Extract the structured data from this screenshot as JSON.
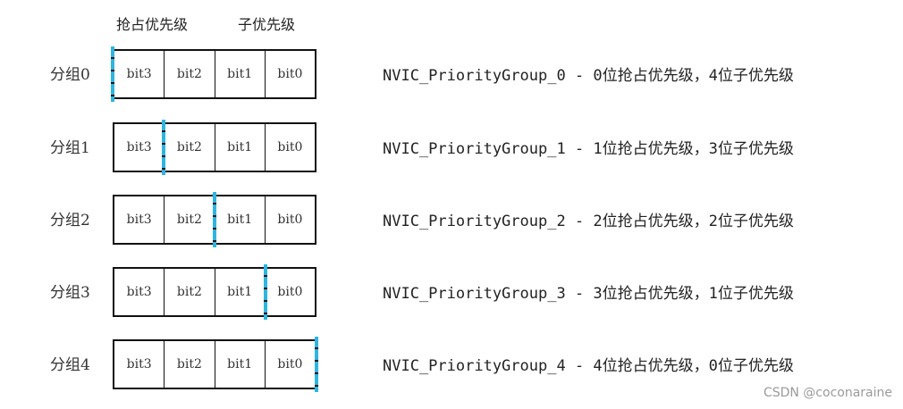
{
  "headers": {
    "preemption": "抢占优先级",
    "subpriority": "子优先级"
  },
  "rows": [
    {
      "label": "分组0",
      "bits": [
        "bit3",
        "bit2",
        "bit1",
        "bit0"
      ],
      "split_after_bits": 0,
      "description": "NVIC_PriorityGroup_0 - 0位抢占优先级，4位子优先级"
    },
    {
      "label": "分组1",
      "bits": [
        "bit3",
        "bit2",
        "bit1",
        "bit0"
      ],
      "split_after_bits": 1,
      "description": "NVIC_PriorityGroup_1 - 1位抢占优先级，3位子优先级"
    },
    {
      "label": "分组2",
      "bits": [
        "bit3",
        "bit2",
        "bit1",
        "bit0"
      ],
      "split_after_bits": 2,
      "description": "NVIC_PriorityGroup_2 - 2位抢占优先级，2位子优先级"
    },
    {
      "label": "分组3",
      "bits": [
        "bit3",
        "bit2",
        "bit1",
        "bit0"
      ],
      "split_after_bits": 3,
      "description": "NVIC_PriorityGroup_3 - 3位抢占优先级，1位子优先级"
    },
    {
      "label": "分组4",
      "bits": [
        "bit3",
        "bit2",
        "bit1",
        "bit0"
      ],
      "split_after_bits": 4,
      "description": "NVIC_PriorityGroup_4 - 4位抢占优先级，0位子优先级"
    }
  ],
  "divider_colors": {
    "dash": "#2fb5e0",
    "gap": "#1a1a1a"
  },
  "watermark": "CSDN @coconaraine"
}
